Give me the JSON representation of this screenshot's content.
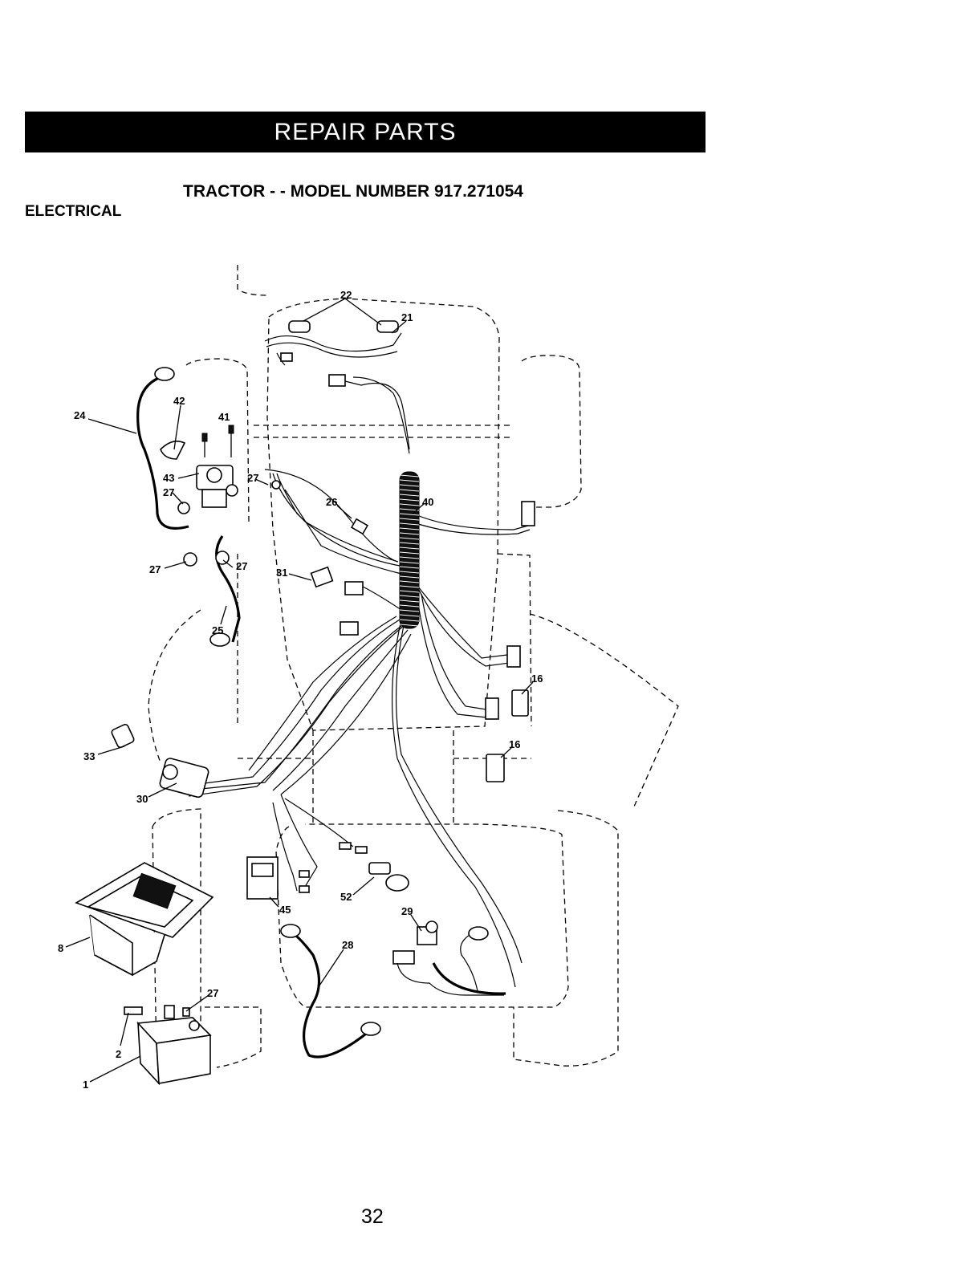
{
  "header": {
    "banner": "REPAIR PARTS",
    "title": "TRACTOR - - MODEL NUMBER 917.271054",
    "section": "ELECTRICAL"
  },
  "callouts": {
    "c22": "22",
    "c21": "21",
    "c24": "24",
    "c42": "42",
    "c41": "41",
    "c43": "43",
    "c27a": "27",
    "c27b": "27",
    "c27c": "27",
    "c27d": "27",
    "c27e": "27",
    "c26": "26",
    "c40": "40",
    "c31": "31",
    "c25": "25",
    "c16a": "16",
    "c16b": "16",
    "c33": "33",
    "c30": "30",
    "c45": "45",
    "c52": "52",
    "c29": "29",
    "c28": "28",
    "c8": "8",
    "c2": "2",
    "c1": "1"
  },
  "footer": {
    "page_number": "32"
  }
}
